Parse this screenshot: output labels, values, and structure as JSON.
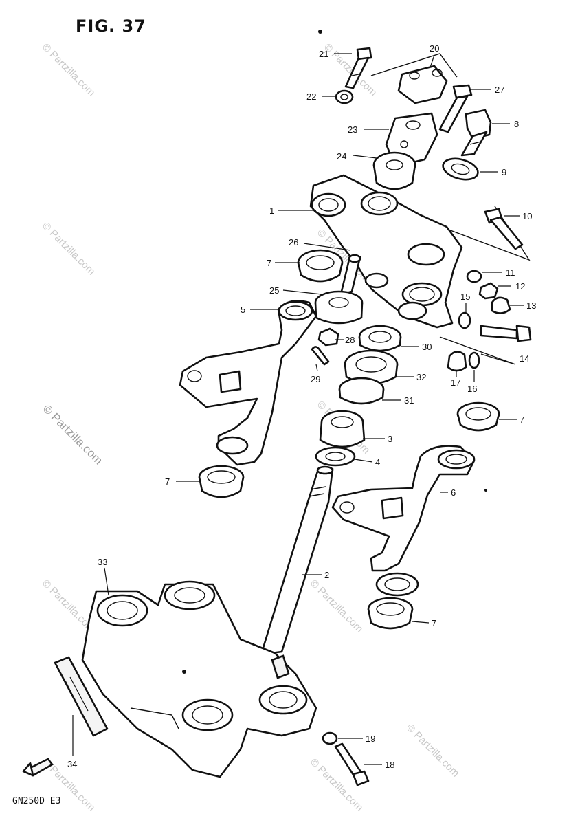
{
  "figure": {
    "title": "FIG. 37",
    "model_code": "GN250D E3"
  },
  "watermarks": [
    "© Partzilla.com",
    "© Partzilla.com",
    "© Partzilla.com",
    "© Partzilla.com",
    "© Partzilla.com",
    "© Partzilla.com",
    "© Partzilla.com",
    "© Partzilla.com",
    "© Partzilla.com",
    "© Partzilla.com"
  ],
  "watermark_prominent": "© Partzilla.com",
  "callouts": [
    {
      "id": "c21",
      "label": "21"
    },
    {
      "id": "c20",
      "label": "20"
    },
    {
      "id": "c22",
      "label": "22"
    },
    {
      "id": "c27",
      "label": "27"
    },
    {
      "id": "c8",
      "label": "8"
    },
    {
      "id": "c23",
      "label": "23"
    },
    {
      "id": "c24",
      "label": "24"
    },
    {
      "id": "c9",
      "label": "9"
    },
    {
      "id": "c1",
      "label": "1"
    },
    {
      "id": "c10",
      "label": "10"
    },
    {
      "id": "c26",
      "label": "26"
    },
    {
      "id": "c7a",
      "label": "7"
    },
    {
      "id": "c11",
      "label": "11"
    },
    {
      "id": "c12",
      "label": "12"
    },
    {
      "id": "c25",
      "label": "25"
    },
    {
      "id": "c15",
      "label": "15"
    },
    {
      "id": "c13",
      "label": "13"
    },
    {
      "id": "c5",
      "label": "5"
    },
    {
      "id": "c28",
      "label": "28"
    },
    {
      "id": "c30",
      "label": "30"
    },
    {
      "id": "c14",
      "label": "14"
    },
    {
      "id": "c29",
      "label": "29"
    },
    {
      "id": "c32",
      "label": "32"
    },
    {
      "id": "c17",
      "label": "17"
    },
    {
      "id": "c16",
      "label": "16"
    },
    {
      "id": "c31",
      "label": "31"
    },
    {
      "id": "c7b",
      "label": "7"
    },
    {
      "id": "c3",
      "label": "3"
    },
    {
      "id": "c4",
      "label": "4"
    },
    {
      "id": "c7c",
      "label": "7"
    },
    {
      "id": "c6",
      "label": "6"
    },
    {
      "id": "c2",
      "label": "2"
    },
    {
      "id": "c33",
      "label": "33"
    },
    {
      "id": "c7d",
      "label": "7"
    },
    {
      "id": "c19",
      "label": "19"
    },
    {
      "id": "c34",
      "label": "34"
    },
    {
      "id": "c18",
      "label": "18"
    }
  ]
}
